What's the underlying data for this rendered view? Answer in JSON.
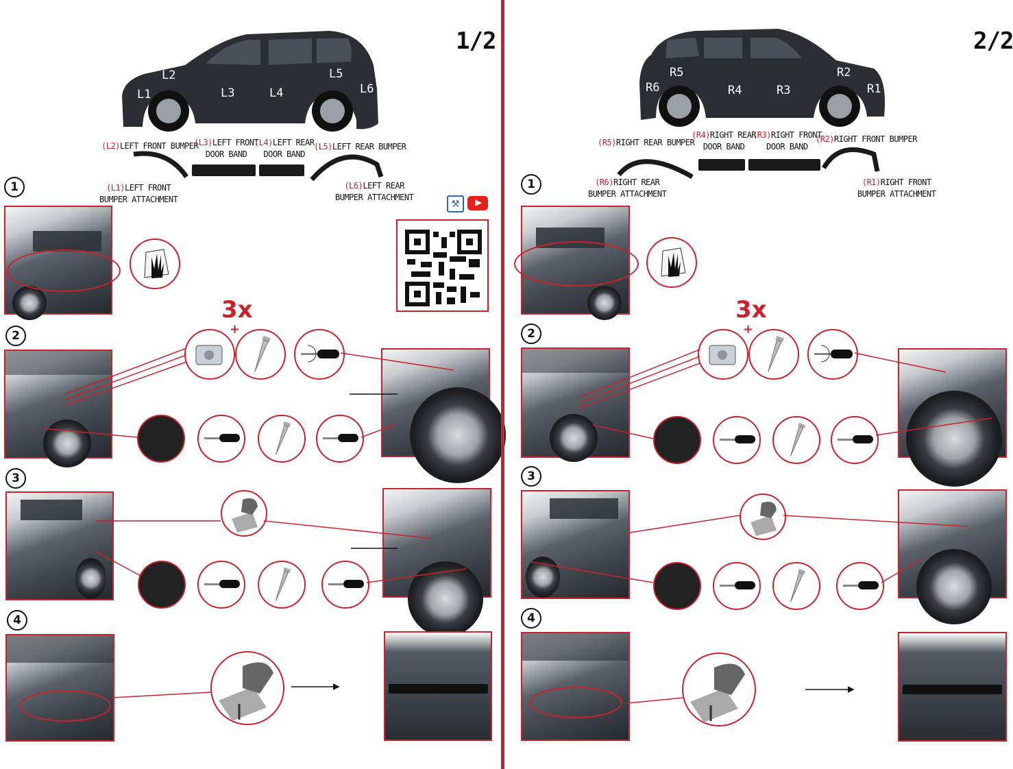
{
  "pages": [
    {
      "number": "1/2",
      "car_labels": [
        "L2",
        "L1",
        "L3",
        "L4",
        "L5",
        "L6"
      ],
      "parts": [
        {
          "code": "(L2)",
          "name": "LEFT FRONT BUMPER"
        },
        {
          "code": "(L3)",
          "name": "LEFT FRONT",
          "name2": "DOOR BAND"
        },
        {
          "code": "(L4)",
          "name": "LEFT REAR",
          "name2": "DOOR BAND"
        },
        {
          "code": "(L5)",
          "name": "LEFT REAR BUMPER"
        },
        {
          "code": "(L1)",
          "name": "LEFT FRONT",
          "name2": "BUMPER ATTACHMENT"
        },
        {
          "code": "(L6)",
          "name": "LEFT REAR",
          "name2": "BUMPER ATTACHMENT"
        }
      ]
    },
    {
      "number": "2/2",
      "car_labels": [
        "R5",
        "R6",
        "R4",
        "R3",
        "R2",
        "R1"
      ],
      "parts": [
        {
          "code": "(R5)",
          "name": "RIGHT REAR BUMPER"
        },
        {
          "code": "(R4)",
          "name": "RIGHT REAR",
          "name2": "DOOR BAND"
        },
        {
          "code": "(R3)",
          "name": "RIGHT FRONT",
          "name2": "DOOR BAND"
        },
        {
          "code": "(R2)",
          "name": "RIGHT FRONT BUMPER"
        },
        {
          "code": "(R6)",
          "name": "RIGHT REAR",
          "name2": "BUMPER ATTACHMENT"
        },
        {
          "code": "(R1)",
          "name": "RIGHT FRONT",
          "name2": "BUMPER ATTACHMENT"
        }
      ]
    }
  ],
  "steps": [
    "1",
    "2",
    "3",
    "4"
  ],
  "multiplier": "3x",
  "plus": "+",
  "colors": {
    "accent": "#c8232c",
    "car": "#2b2e33"
  },
  "icons": [
    "hand-wipe-icon",
    "clip-nut-icon",
    "screw-icon",
    "screwdriver-icon",
    "tape-icon",
    "arrow-right-icon",
    "qr-code-icon",
    "youtube-icon",
    "tools-icon"
  ]
}
